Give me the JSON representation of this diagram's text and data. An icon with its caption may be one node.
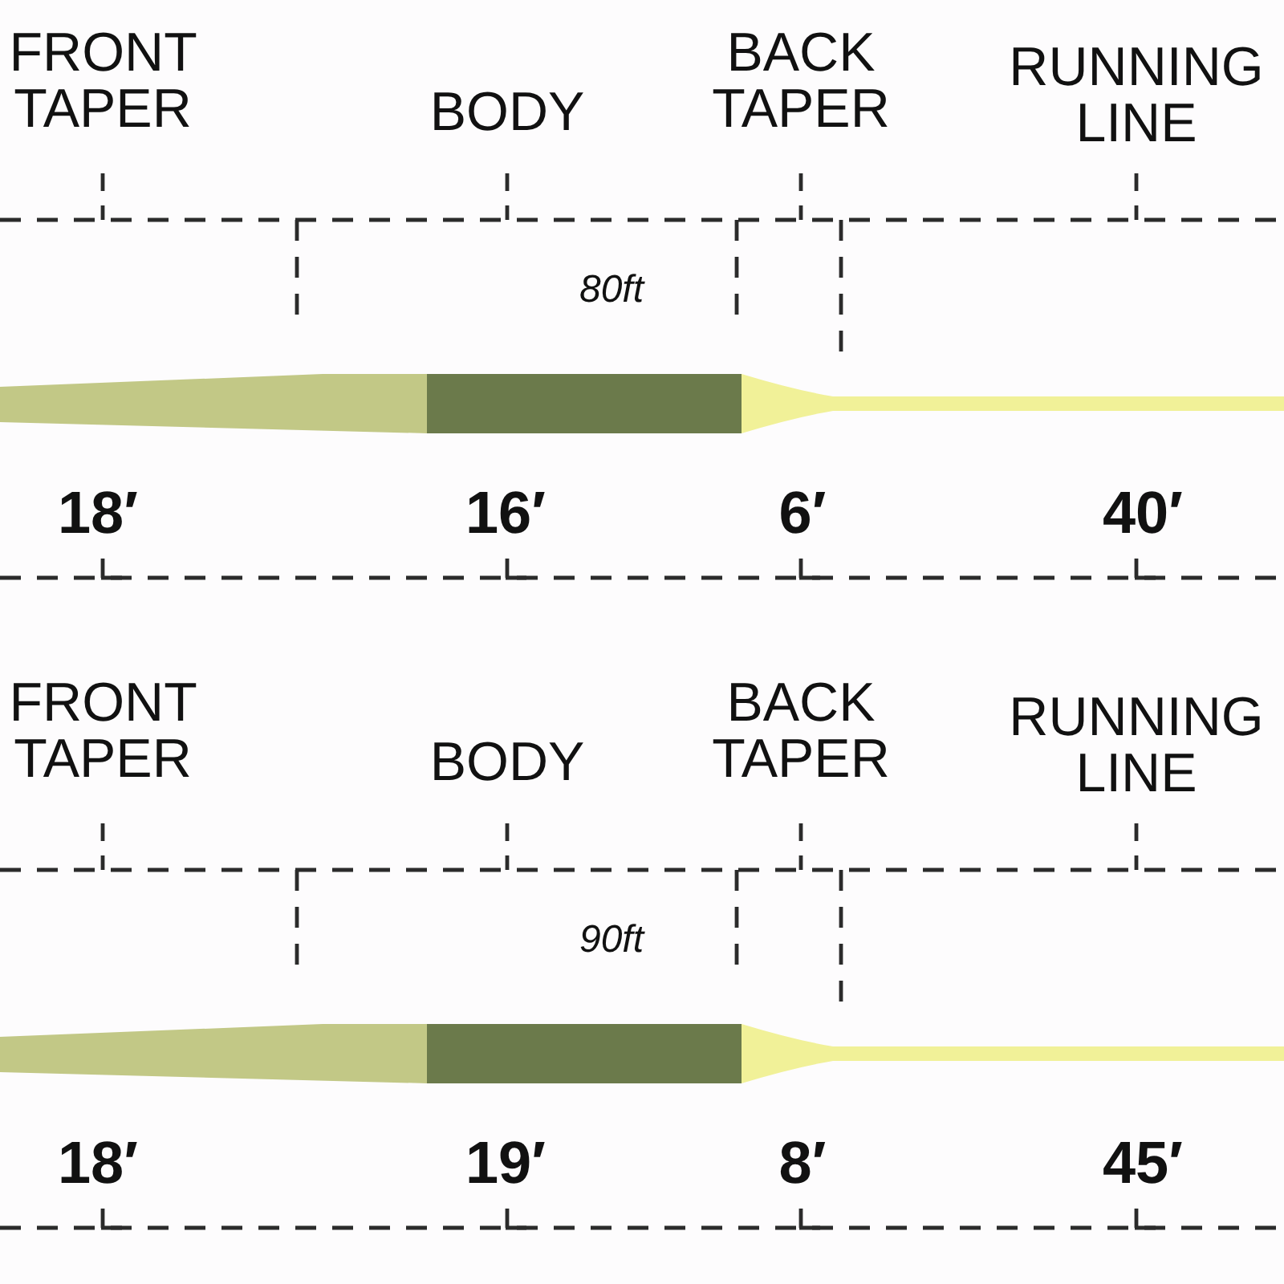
{
  "diagram": {
    "labels": [
      "FRONT TAPER",
      "BODY",
      "BACK TAPER",
      "RUNNING LINE",
      "80ft",
      "18′",
      "16′",
      "6′",
      "40′",
      "FRONT TAPER",
      "BODY",
      "BACK TAPER",
      "RUNNING LINE",
      "90ft",
      "18′",
      "19′",
      "8′",
      "45′"
    ]
  }
}
